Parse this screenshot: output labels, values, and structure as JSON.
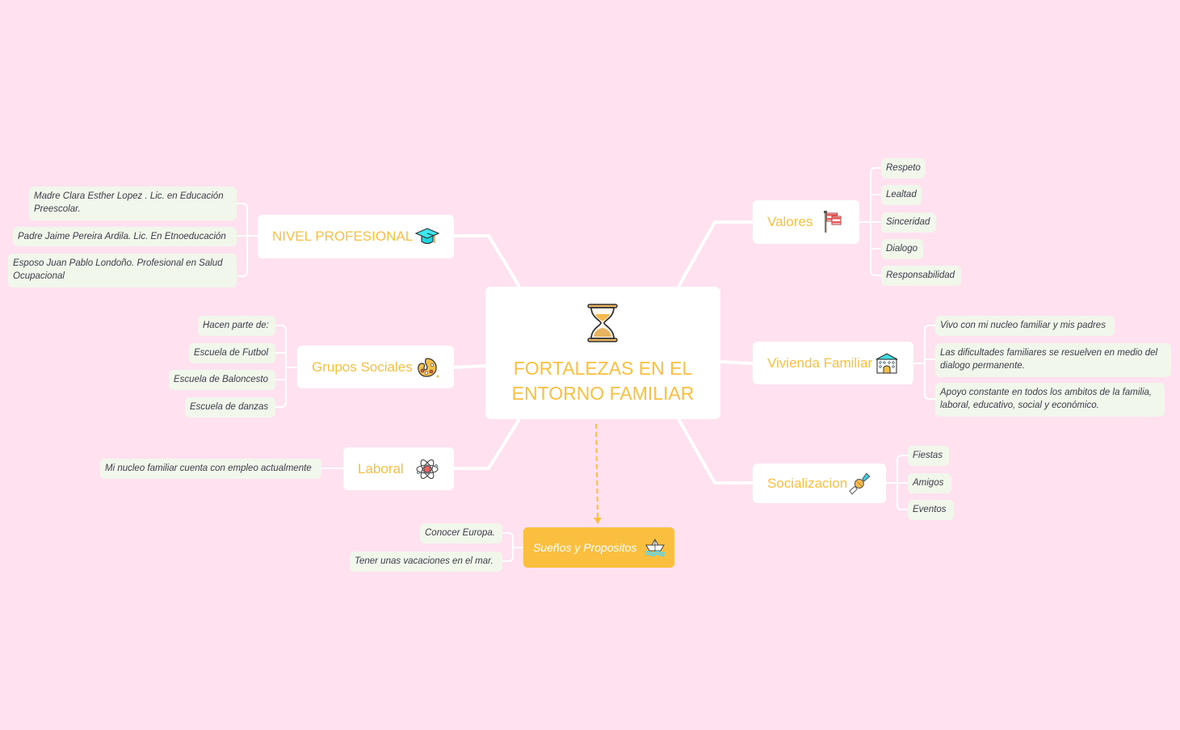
{
  "central": {
    "title_line1": "FORTALEZAS EN EL",
    "title_line2": "ENTORNO FAMILIAR",
    "icon": "hourglass-icon"
  },
  "colors": {
    "background": "#ffe1ef",
    "accent": "#fbbf3f",
    "node": "#ffffff",
    "leaf": "#f2f7ec",
    "leaf_text": "#3b3b48",
    "connector": "#ffffff"
  },
  "branches": {
    "nivel_profesional": {
      "label": "NIVEL PROFESIONAL",
      "icon": "graduation-cap-icon",
      "items": [
        "Madre Clara Esther Lopez . Lic. en Educación Preescolar.",
        "Padre Jaime Pereira Ardila. Lic. En Etnoeducación",
        "Esposo Juan Pablo Londoño. Profesional en Salud Ocupacional"
      ]
    },
    "grupos_sociales": {
      "label": "Grupos Sociales",
      "icon": "palette-icon",
      "items": [
        "Hacen parte de:",
        "Escuela de Futbol",
        "Escuela de Baloncesto",
        "Escuela de danzas"
      ]
    },
    "laboral": {
      "label": "Laboral",
      "icon": "atom-icon",
      "items": [
        "Mi nucleo familiar cuenta con empleo actualmente"
      ]
    },
    "valores": {
      "label": "Valores",
      "icon": "flag-icon",
      "items": [
        "Respeto",
        "Lealtad",
        "Sinceridad",
        "Dialogo",
        "Responsabilidad"
      ]
    },
    "vivienda": {
      "label": "Vivienda Familiar",
      "icon": "building-icon",
      "items": [
        "Vivo con mi nucleo familiar y mis padres",
        "Las dificultades familiares se resuelven en medio del dialogo permanente.",
        "Apoyo constante en todos los ambitos de la familia, laboral, educativo, social y económico."
      ]
    },
    "socializacion": {
      "label": "Socializacion",
      "icon": "candy-icon",
      "items": [
        "Fiestas",
        "Amigos",
        "Eventos"
      ]
    },
    "suenos": {
      "label": "Sueños y Propositos",
      "icon": "paper-boat-icon",
      "items": [
        "Conocer Europa.",
        "Tener unas vacaciones en el mar."
      ]
    }
  }
}
